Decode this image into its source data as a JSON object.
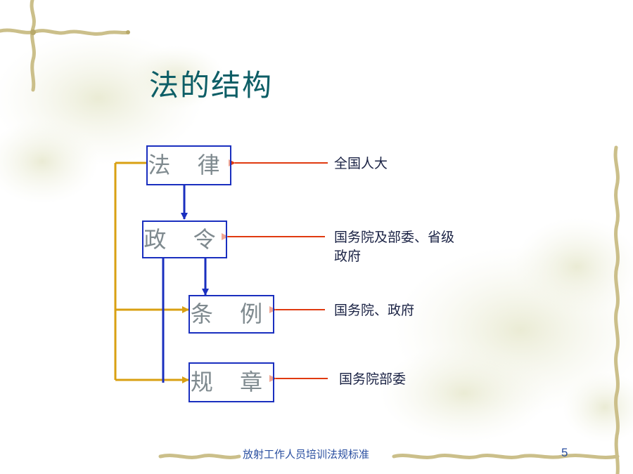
{
  "title": "法的结构",
  "boxes": {
    "law": "法 律",
    "decree": "政 令",
    "regulation": "条 例",
    "rule": "规 章"
  },
  "sources": {
    "law": "全国人大",
    "decree_line1": "国务院及部委、省级",
    "decree_line2": "政府",
    "regulation": "国务院、政府",
    "rule": "国务院部委"
  },
  "footer": {
    "text": "放射工作人员培训法规标准",
    "page_number": "5"
  },
  "colors": {
    "title": "#0d5e66",
    "box_border": "#1a2fbf",
    "red_arrow": "#e03a10",
    "gold_line": "#d9a012",
    "blue_arrow": "#1a2fbf"
  }
}
